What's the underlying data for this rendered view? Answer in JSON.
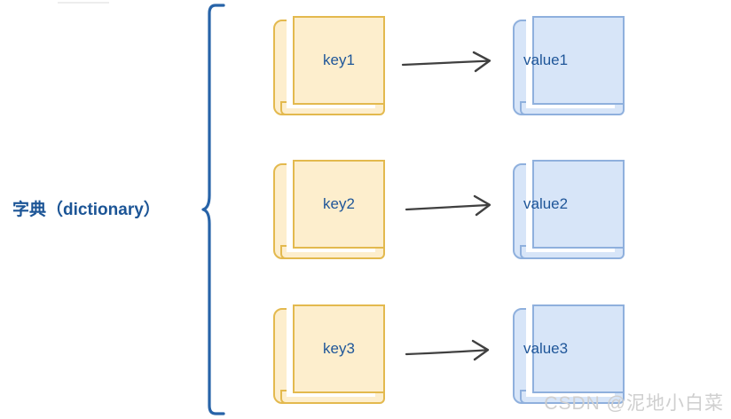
{
  "diagram": {
    "title_label": "字典（dictionary）",
    "brace_icon": "curly-brace-icon",
    "pairs": [
      {
        "key": "key1",
        "value": "value1",
        "arrow_icon": "arrow-right-icon"
      },
      {
        "key": "key2",
        "value": "value2",
        "arrow_icon": "arrow-right-icon"
      },
      {
        "key": "key3",
        "value": "value3",
        "arrow_icon": "arrow-right-icon"
      }
    ],
    "colors": {
      "key_fill": "#fdeecd",
      "key_border": "#e3b94e",
      "value_fill": "#d7e5f8",
      "value_border": "#8fb0dd",
      "text_blue": "#1f5699",
      "brace_blue": "#2763a8",
      "arrow_gray": "#404040",
      "watermark_gray": "#cfcfcf",
      "background": "#ffffff"
    }
  },
  "watermark": {
    "text": "CSDN @泥地小白菜"
  }
}
